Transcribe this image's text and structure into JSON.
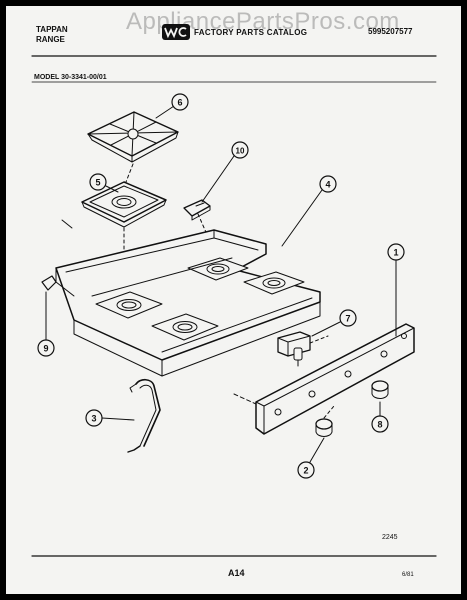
{
  "header": {
    "brand_line1": "TAPPAN",
    "brand_line2": "RANGE",
    "catalog_title": "FACTORY PARTS CATALOG",
    "part_number": "5995207577",
    "watermark": "AppliancePartsPros.com"
  },
  "model": "MODEL 30-3341-00/01",
  "callouts": [
    "6",
    "5",
    "10",
    "4",
    "1",
    "9",
    "7",
    "3",
    "8",
    "2"
  ],
  "footer": {
    "drawing_number": "2245",
    "page_number": "A14",
    "date": "6/81"
  },
  "colors": {
    "paper": "#f4f4f2",
    "ink": "#111111",
    "frame": "#000000"
  },
  "icons": [
    "wci-logo-icon"
  ]
}
